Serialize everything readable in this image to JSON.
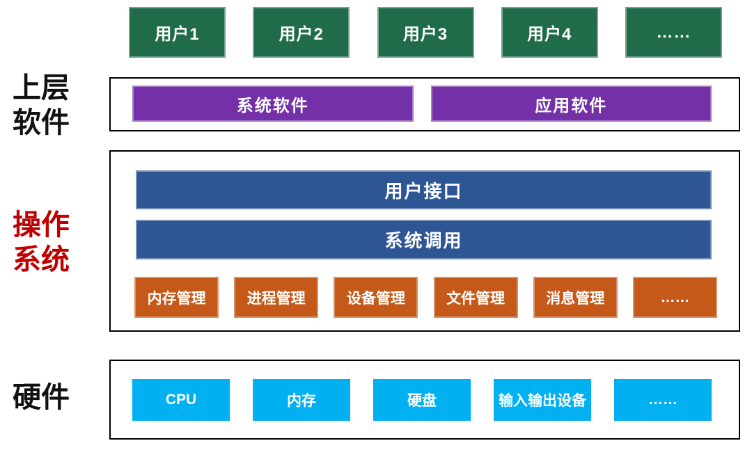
{
  "colors": {
    "background": "#FFFFFF",
    "user_box": "#1F6B4A",
    "software_box": "#7430A6",
    "os_bar": "#2F5694",
    "module_box": "#C4591A",
    "hardware_box": "#00B0F0",
    "os_label_text": "#C00000",
    "side_label_text": "#111111",
    "box_text": "#FFFFFF",
    "section_border": "#000000"
  },
  "users_row": {
    "items": [
      "用户1",
      "用户2",
      "用户3",
      "用户4",
      "……"
    ]
  },
  "upper_software": {
    "label_lines": [
      "上层",
      "软件"
    ],
    "items": [
      "系统软件",
      "应用软件"
    ]
  },
  "operating_system": {
    "label_lines": [
      "操作",
      "系统"
    ],
    "bars": [
      "用户接口",
      "系统调用"
    ],
    "modules": [
      "内存管理",
      "进程管理",
      "设备管理",
      "文件管理",
      "消息管理",
      "……"
    ]
  },
  "hardware": {
    "label": "硬件",
    "items": [
      "CPU",
      "内存",
      "硬盘",
      "输入输出设备",
      "……"
    ]
  }
}
